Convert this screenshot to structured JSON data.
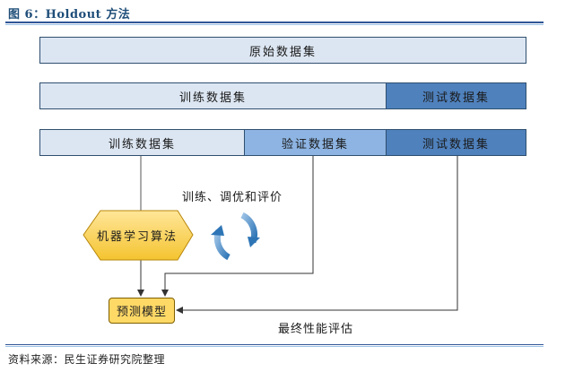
{
  "figure": {
    "title": "图 6：Holdout 方法",
    "source": "资料来源：民生证券研究院整理"
  },
  "rows": {
    "row1": {
      "original": "原始数据集"
    },
    "row2": {
      "train": "训练数据集",
      "test": "测试数据集"
    },
    "row3": {
      "train": "训练数据集",
      "validation": "验证数据集",
      "test": "测试数据集"
    }
  },
  "flow": {
    "cycle_label": "训练、调优和评价",
    "algorithm": "机器学习算法",
    "model": "预测模型",
    "final_eval": "最终性能评估"
  },
  "colors": {
    "light_fill": "#dce6f2",
    "mid_fill": "#8db4e2",
    "dark_fill": "#4f81bd",
    "hexagon_fill": "#ffd966",
    "cycle_arrow": "#4f81bd"
  },
  "icons": {
    "cycle": "refresh-cycle-icon"
  }
}
